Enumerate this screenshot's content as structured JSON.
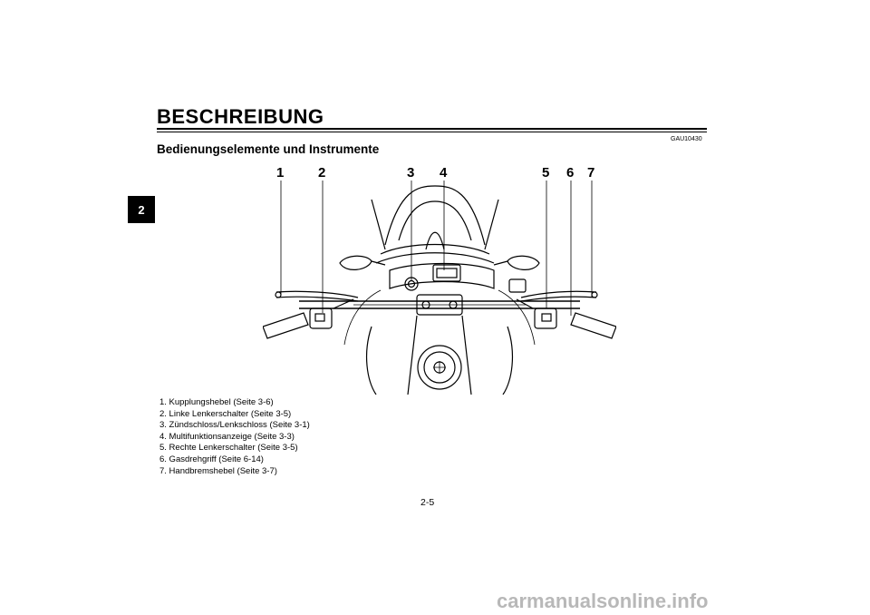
{
  "header": {
    "title": "BESCHREIBUNG"
  },
  "chapter_tab": "2",
  "section": {
    "code": "GAU10430",
    "title": "Bedienungselemente und Instrumente"
  },
  "figure": {
    "callouts": [
      "1",
      "2",
      "3",
      "4",
      "5",
      "6",
      "7"
    ]
  },
  "legend": [
    "1.  Kupplungshebel (Seite 3-6)",
    "2.  Linke Lenkerschalter (Seite 3-5)",
    "3.  Zündschloss/Lenkschloss (Seite 3-1)",
    "4.  Multifunktionsanzeige (Seite 3-3)",
    "5.  Rechte Lenkerschalter (Seite 3-5)",
    "6.  Gasdrehgriff (Seite 6-14)",
    "7.  Handbremshebel (Seite 3-7)"
  ],
  "footer": {
    "page_number": "2-5"
  },
  "watermark": "carmanualsonline.info"
}
